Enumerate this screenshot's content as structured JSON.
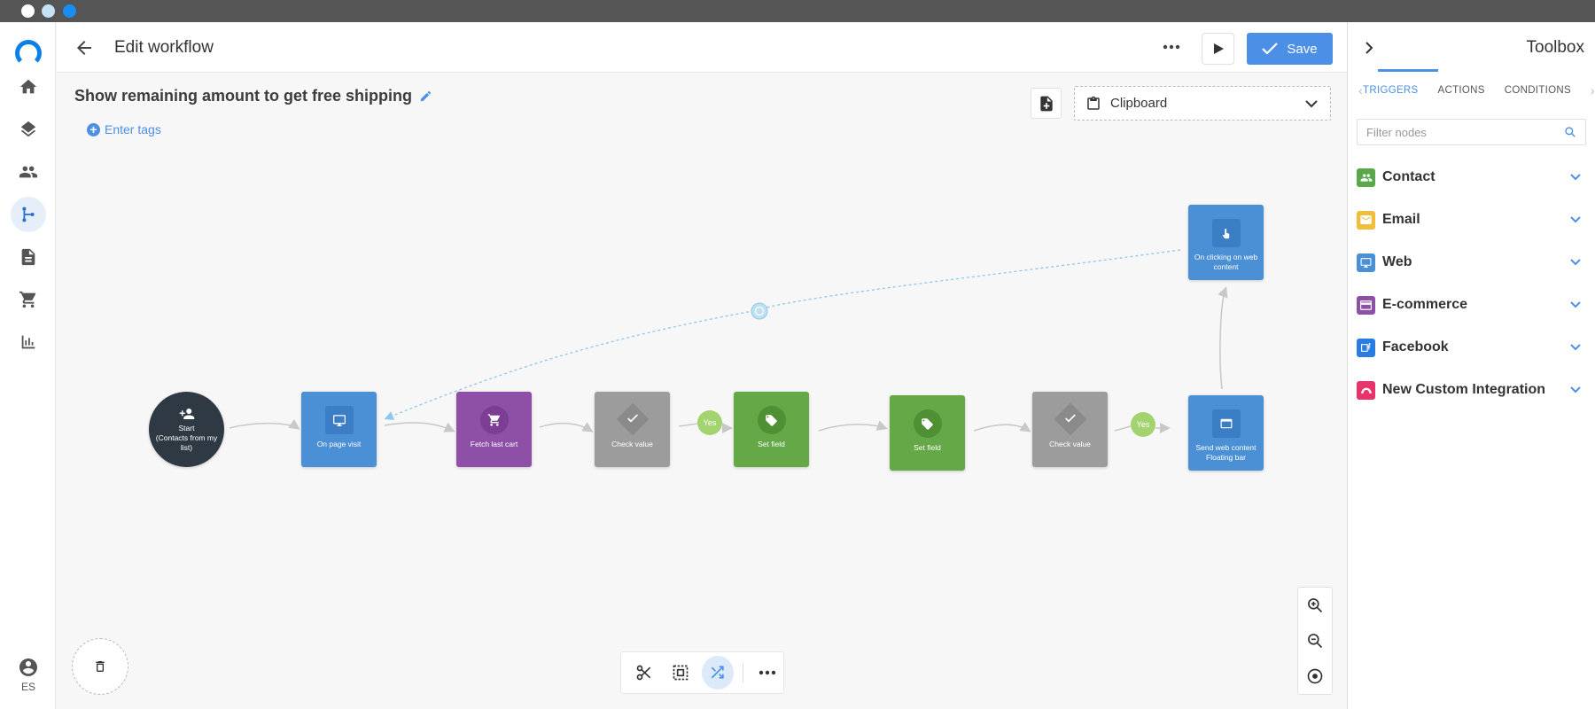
{
  "header": {
    "title": "Edit workflow",
    "save_label": "Save"
  },
  "workflow": {
    "name": "Show remaining amount to get free shipping",
    "tags_label": "Enter tags"
  },
  "clipboard": {
    "label": "Clipboard"
  },
  "sidebar": {
    "items": [
      {
        "name": "home-icon"
      },
      {
        "name": "layers-icon"
      },
      {
        "name": "contacts-icon"
      },
      {
        "name": "workflow-icon",
        "active": true
      },
      {
        "name": "document-icon"
      },
      {
        "name": "cart-icon"
      },
      {
        "name": "chart-icon"
      }
    ],
    "language": "ES"
  },
  "nodes": {
    "start": "Start\n(Contacts from my list)",
    "page_visit": "On page visit",
    "fetch_cart": "Fetch last cart",
    "check1": "Check value",
    "set_field1": "Set field",
    "set_field2": "Set field",
    "check2": "Check value",
    "send_web": "Send web content Floating bar",
    "on_click": "On clicking on web content",
    "yes1": "Yes",
    "yes2": "Yes"
  },
  "toolbox": {
    "title": "Toolbox",
    "tabs": [
      "TRIGGERS",
      "ACTIONS",
      "CONDITIONS"
    ],
    "active_tab": "TRIGGERS",
    "filter_placeholder": "Filter nodes",
    "categories": [
      {
        "label": "Contact",
        "color": "#5aa84a",
        "icon": "contacts-icon"
      },
      {
        "label": "Email",
        "color": "#f2bd3a",
        "icon": "mail-icon"
      },
      {
        "label": "Web",
        "color": "#4b8fd5",
        "icon": "monitor-icon"
      },
      {
        "label": "E-commerce",
        "color": "#8e4fa6",
        "icon": "card-icon"
      },
      {
        "label": "Facebook",
        "color": "#2a7ce0",
        "icon": "facebook-icon"
      },
      {
        "label": "New Custom Integration",
        "color": "#e8336b",
        "icon": "integration-icon"
      }
    ]
  },
  "colors": {
    "accent": "#4b8fe6",
    "trigger_blue": "#4b8fd5",
    "ecommerce_purple": "#8e4fa6",
    "condition_gray": "#9c9c9c",
    "action_green": "#65a847",
    "start_dark": "#2f3944"
  }
}
